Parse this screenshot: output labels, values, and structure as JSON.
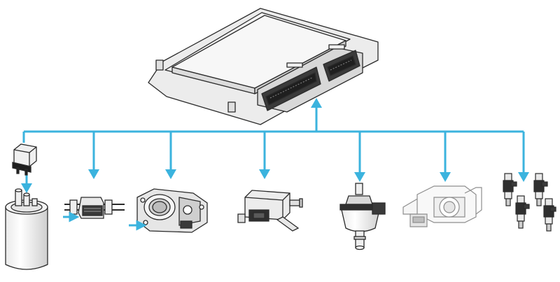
{
  "colors": {
    "signal_line": "#3bb3de",
    "outline": "#2b2b2b",
    "shade_light": "#f2f2f2",
    "shade_mid": "#d9d9d9",
    "shade_dark": "#a8a8a8",
    "connector_dark": "#3a3a3a"
  },
  "components": [
    {
      "name": "ecu-module",
      "icon": "engine-control-unit-icon"
    },
    {
      "name": "relay",
      "icon": "relay-icon"
    },
    {
      "name": "fuel-pump",
      "icon": "fuel-pump-icon"
    },
    {
      "name": "fuel-filter",
      "icon": "fuel-filter-icon"
    },
    {
      "name": "throttle-body",
      "icon": "throttle-body-icon"
    },
    {
      "name": "solenoid-valve",
      "icon": "solenoid-valve-icon"
    },
    {
      "name": "purge-valve",
      "icon": "purge-valve-icon"
    },
    {
      "name": "idle-actuator",
      "icon": "idle-air-actuator-icon"
    },
    {
      "name": "fuel-injectors",
      "icon": "fuel-injector-icon"
    }
  ]
}
